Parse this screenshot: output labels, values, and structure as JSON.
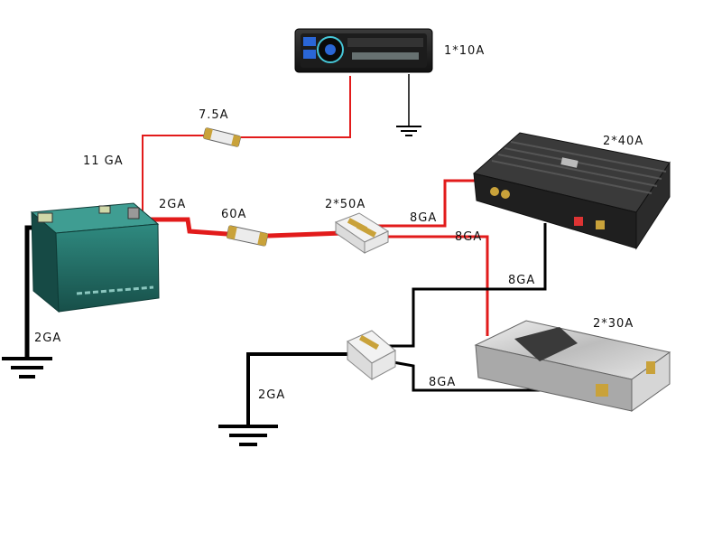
{
  "diagram": {
    "head_unit_rating": "1*10A",
    "amp1_rating": "2*40A",
    "amp2_rating": "2*30A",
    "fuse_head_unit": "7.5A",
    "fuse_main": "60A",
    "fuse_distribution_block": "2*50A",
    "wire_head_unit": "11 GA",
    "wire_main_power": "2GA",
    "wire_amp1_power": "8GA",
    "wire_amp2_power": "8GA",
    "wire_amp1_ground": "8GA",
    "wire_amp2_ground": "8GA",
    "wire_battery_ground": "2GA",
    "wire_block_ground": "2GA"
  },
  "colors": {
    "power_wire": "#e21b1b",
    "ground_wire": "#000000",
    "battery_body": "#1f6b63",
    "amp1_body": "#2a2a2a",
    "amp2_body": "#c9c9c9"
  }
}
